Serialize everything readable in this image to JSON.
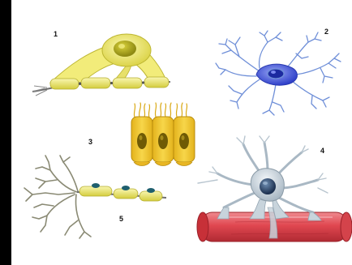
{
  "labels": {
    "cell_1": "1",
    "cell_2": "2",
    "cell_3": "3",
    "cell_4": "4",
    "cell_5": "5"
  },
  "colors": {
    "frame_bar": "#000000",
    "myelin_yellow": "#f2ec7a",
    "myelin_shadow": "#c9c33b",
    "astrocyte_body": "#d9e3ea",
    "neuron_blue": "#3d4fd6",
    "neuron_branch": "#6f8fd8",
    "vessel_red": "#e24a52",
    "dendrite_grey": "#8a8a74"
  },
  "icons": {
    "oligodendrocyte": "oligodendrocyte-icon",
    "microglia_or_neuron": "branched-cell-icon",
    "ependymal_cells": "ependymal-cells-icon",
    "astrocyte": "astrocyte-icon",
    "schwann_neuron": "myelinated-neuron-icon"
  }
}
